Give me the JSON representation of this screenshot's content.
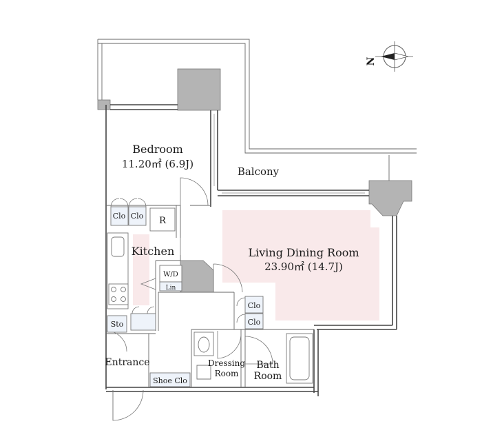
{
  "colors": {
    "highlight": "#f9e9ea",
    "wall": "#444444",
    "column": "#b4b4b4",
    "storage": "#eef3fa"
  },
  "compass": {
    "north_label": "N",
    "icon": "compass-icon"
  },
  "rooms": {
    "bedroom": {
      "name": "Bedroom",
      "area": "11.20㎡ (6.9J)"
    },
    "living": {
      "name": "Living Dining Room",
      "area": "23.90㎡ (14.7J)"
    },
    "balcony": {
      "name": "Balcony"
    },
    "kitchen": {
      "name": "Kitchen"
    },
    "entrance": {
      "name": "Entrance"
    },
    "dressing": {
      "line1": "Dressing",
      "line2": "Room"
    },
    "bath": {
      "line1": "Bath",
      "line2": "Room"
    }
  },
  "storage": {
    "clo1": "Clo",
    "clo2": "Clo",
    "clo3": "Clo",
    "clo4": "Clo",
    "refrigerator": "R",
    "washer": "W/D",
    "linen": "Lin",
    "sto": "Sto",
    "shoe": "Shoe Clo"
  }
}
